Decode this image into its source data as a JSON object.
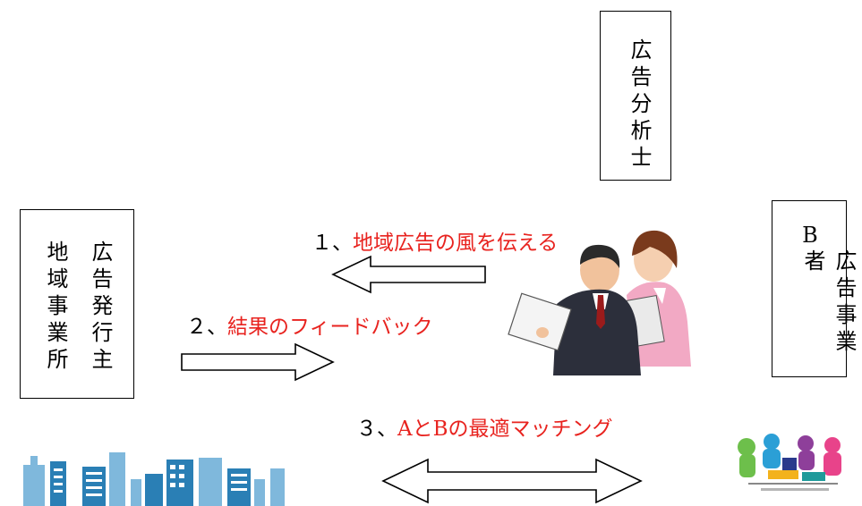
{
  "boxes": {
    "analyst": {
      "lines": [
        "広告分析士"
      ]
    },
    "left": {
      "lines": [
        "広告発行主",
        "地域事業所"
      ]
    },
    "right": {
      "lines": [
        "B",
        "広告事業者"
      ]
    }
  },
  "steps": [
    {
      "number": "１、",
      "text": "地域広告の風を伝える"
    },
    {
      "number": "２、",
      "text": "結果のフィードバック"
    },
    {
      "number": "３、",
      "text": "AとBの最適マッチング"
    }
  ],
  "colors": {
    "accent": "#e8231f",
    "stroke": "#000000",
    "building": "#2a7fb5",
    "building_light": "#7fb8dc"
  },
  "illustrations": {
    "businesspeople": "two-businesspeople-reviewing-documents",
    "cityscape": "city-buildings-skyline",
    "group": "colorful-community-group-logo"
  }
}
